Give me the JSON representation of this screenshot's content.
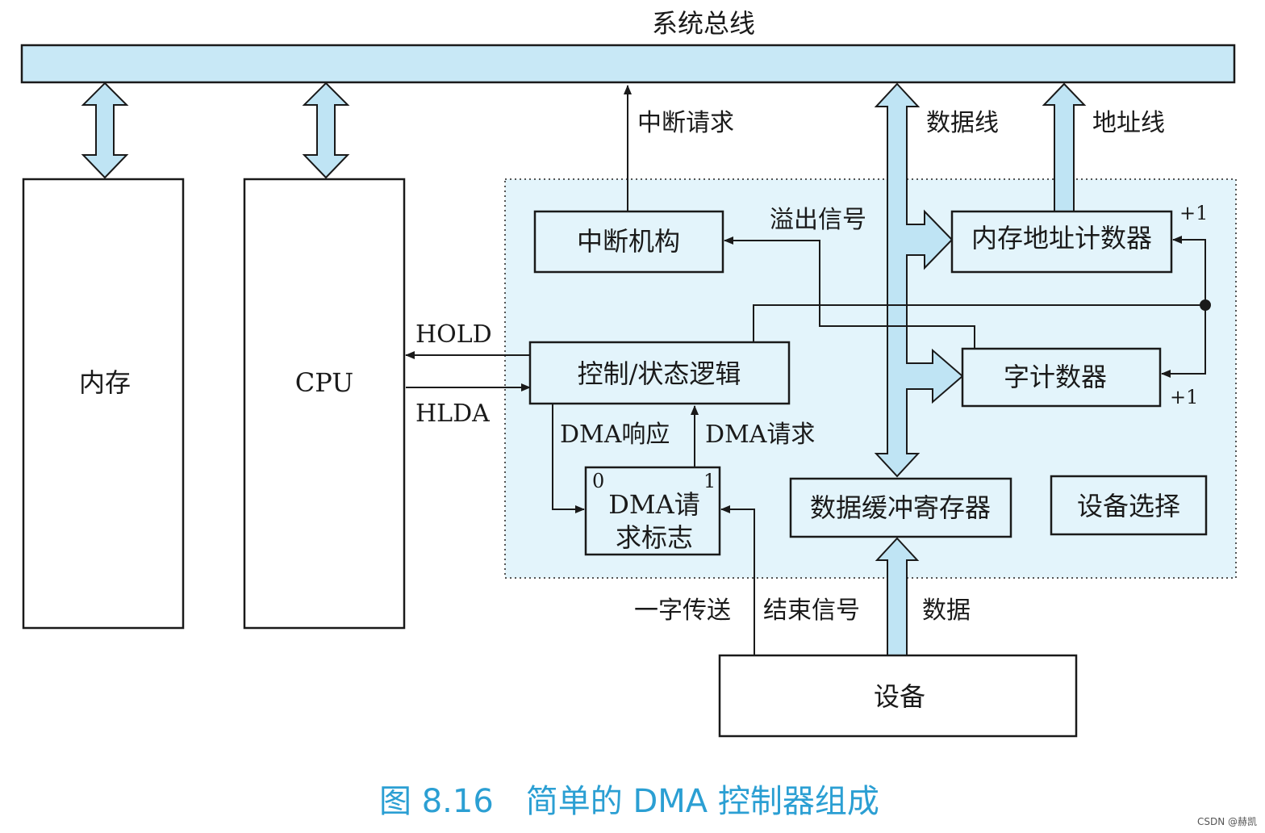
{
  "labels": {
    "system_bus": "系统总线",
    "memory": "内存",
    "cpu": "CPU",
    "interrupt_request": "中断请求",
    "data_line": "数据线",
    "address_line": "地址线",
    "overflow_signal": "溢出信号",
    "interrupt_mechanism": "中断机构",
    "memory_address_counter": "内存地址计数器",
    "plus_one_top": "+1",
    "hold": "HOLD",
    "hlda": "HLDA",
    "control_status_logic": "控制/状态逻辑",
    "word_counter": "字计数器",
    "plus_one_bottom": "+1",
    "dma_response": "DMA响应",
    "dma_request": "DMA请求",
    "flag_zero": "0",
    "flag_one": "1",
    "dma_flag_line1": "DMA请",
    "dma_flag_line2": "求标志",
    "data_buffer_register": "数据缓冲寄存器",
    "device_select": "设备选择",
    "one_word_transfer": "一字传送",
    "end_signal": "结束信号",
    "data": "数据",
    "device": "设备"
  },
  "caption": "图 8.16　简单的 DMA 控制器组成",
  "watermark": "CSDN @赫凯",
  "colors": {
    "bus_fill": "#c8e8f6",
    "region_fill": "#e3f4fb",
    "arrow_fill": "#bfe4f4",
    "line": "#1a1a1a",
    "caption": "#2b9fd3"
  }
}
